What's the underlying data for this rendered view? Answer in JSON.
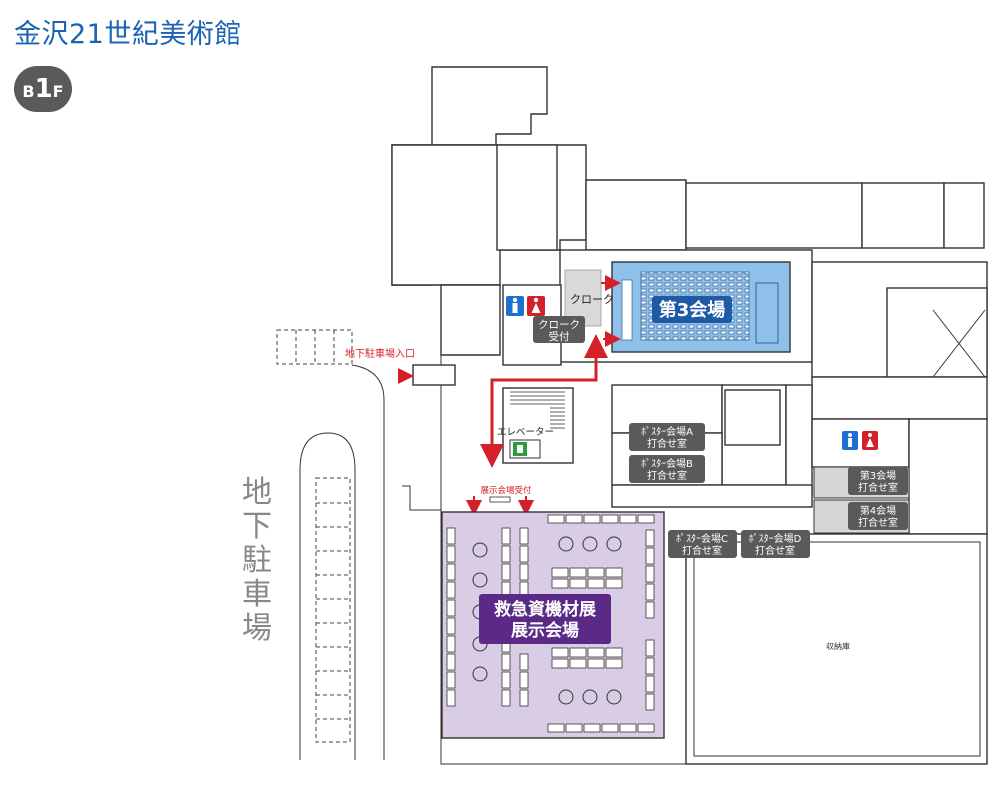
{
  "header": {
    "title": "金沢21世紀美術館",
    "floor_badge": {
      "b": "B",
      "num": "1",
      "f": "F"
    }
  },
  "labels": {
    "hall3": "第3会場",
    "cloak": "クローク",
    "cloak_reception_line1": "クローク",
    "cloak_reception_line2": "受付",
    "parking_entrance": "地下駐車場入口",
    "elevator": "エレベーター",
    "exhibition_reception": "展示会場受付",
    "exhibition_line1": "救急資機材展",
    "exhibition_line2": "展示会場",
    "poster_a_line1": "ﾎﾟｽﾀｰ会場A",
    "poster_a_line2": "打合せ室",
    "poster_b_line1": "ﾎﾟｽﾀｰ会場B",
    "poster_b_line2": "打合せ室",
    "poster_c_line1": "ﾎﾟｽﾀｰ会場C",
    "poster_c_line2": "打合せ室",
    "poster_d_line1": "ﾎﾟｽﾀｰ会場D",
    "poster_d_line2": "打合せ室",
    "hall3_meeting_line1": "第3会場",
    "hall3_meeting_line2": "打合せ室",
    "hall4_meeting_line1": "第4会場",
    "hall4_meeting_line2": "打合せ室",
    "storage": "収納庫",
    "parking_vertical": [
      "地",
      "下",
      "駐",
      "車",
      "場"
    ]
  },
  "icons": [
    "male-restroom-icon",
    "female-restroom-icon",
    "elevator-icon",
    "route-arrow-icon"
  ],
  "colors": {
    "title_blue": "#1a63b5",
    "hall3_fill": "#8ec0ea",
    "hall3_label_bg": "#1f5aa6",
    "exhibition_fill": "#d9cde6",
    "exhibition_label_bg": "#5b2a86",
    "route_red": "#d3202b",
    "meeting_room_bg": "#5a5a5a",
    "meeting_room_fill": "#d6d6d6",
    "male_blue": "#1f6fd1",
    "female_red": "#d3202b"
  }
}
